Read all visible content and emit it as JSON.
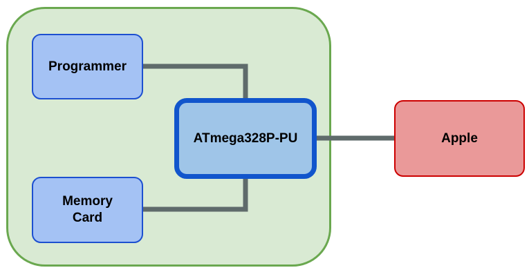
{
  "diagram": {
    "nodes": {
      "programmer": {
        "label": "Programmer"
      },
      "memory_card": {
        "label": "Memory\nCard"
      },
      "mcu": {
        "label": "ATmega328P-PU"
      },
      "apple": {
        "label": "Apple"
      }
    },
    "edges": [
      {
        "from": "programmer",
        "to": "mcu"
      },
      {
        "from": "memory_card",
        "to": "mcu"
      },
      {
        "from": "mcu",
        "to": "apple"
      }
    ],
    "colors": {
      "group_fill": "#d9ead3",
      "group_border": "#6aa84f",
      "node_fill": "#a4c2f4",
      "node_border": "#1c4fd0",
      "mcu_fill": "#9fc5e8",
      "mcu_border": "#1155cc",
      "apple_fill": "#ea9999",
      "apple_border": "#cc0000",
      "connector": "#5f6b6b"
    }
  }
}
